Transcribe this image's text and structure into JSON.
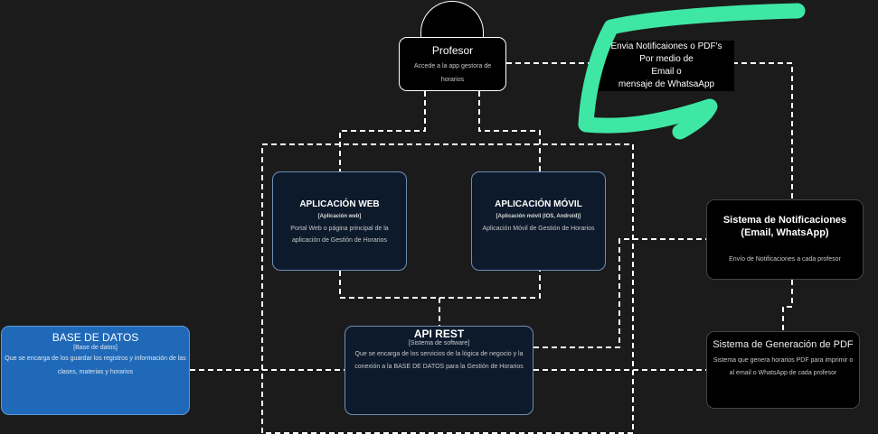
{
  "nodes": {
    "profesor": {
      "title": "Profesor",
      "description": "Accede a la app gestora de horarios"
    },
    "web": {
      "title": "APLICACIÓN WEB",
      "type": "[Aplicación web]",
      "description": "Portal Web o página principal de la aplicación de Gestión de Horarios"
    },
    "movil": {
      "title": "APLICACIÓN MÓVIL",
      "type": "[Aplicación móvil (IOS, Android)]",
      "description": "Aplicación Móvil de Gestión de Horarios"
    },
    "api": {
      "title": "API REST",
      "type": "[Sistema de software]",
      "description": "Que se encarga de los servicios de la lógica de negocio y la conexión a la BASE DE DATOS para la Gestión de Horarios"
    },
    "db": {
      "title": "BASE DE DATOS",
      "type": "[Base de datos]",
      "description": "Que se encarga de los guardar los registros y información de las clases, materias y horarios"
    },
    "notificaciones": {
      "title": "Sistema de Notificaciones (Email, WhatsApp)",
      "description": "Envío de Notificaciones a cada profesor"
    },
    "pdf": {
      "title": "Sistema de Generación de PDF",
      "description": "Sistema que genera horarios PDF para imprimir o al email o WhatsApp de cada profesor"
    }
  },
  "edge_label": {
    "line1": "Envia Notificaiones o PDF's",
    "line2": "Por medio de",
    "line3": "Email o",
    "line4": "mensaje de WhatsaApp"
  },
  "colors": {
    "background": "#1b1b1b",
    "container_fill": "#0c1a2c",
    "database_fill": "#1f69b8",
    "highlight_stroke": "#3ee8a4",
    "connector": "#ffffff"
  }
}
